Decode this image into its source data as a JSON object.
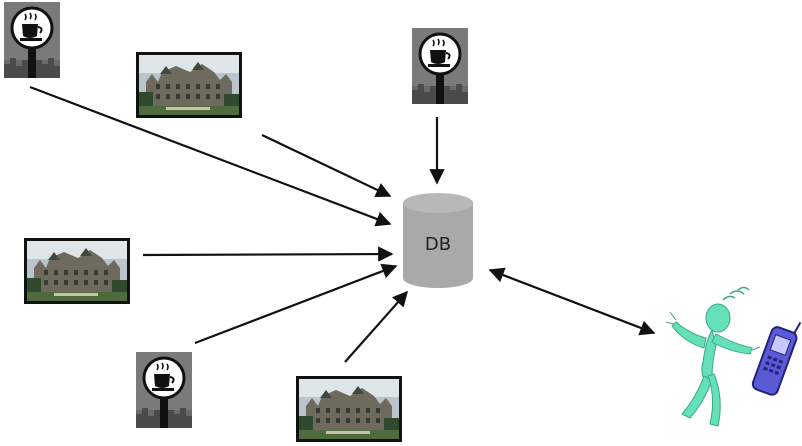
{
  "database": {
    "label": "DB"
  },
  "colors": {
    "cylinder": "#a9a9a9",
    "cylinder_top": "#b8b8b8",
    "arrow": "#111111",
    "person": "#66e0b8",
    "phone": "#5a5ad6"
  },
  "nodes": [
    {
      "kind": "cafe-sign-icon"
    },
    {
      "kind": "hotel-photo"
    },
    {
      "kind": "cafe-sign-icon"
    },
    {
      "kind": "hotel-photo"
    },
    {
      "kind": "cafe-sign-icon"
    },
    {
      "kind": "hotel-photo"
    },
    {
      "kind": "person-with-phone"
    }
  ]
}
